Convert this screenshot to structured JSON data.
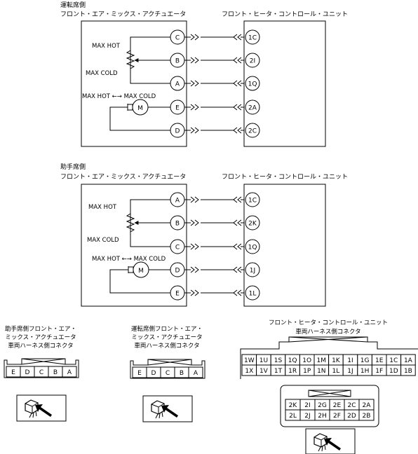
{
  "driver_section": {
    "title": "運転席側",
    "actuator_label": "フロント・エア・ミックス・アクチュエータ",
    "control_unit_label": "フロント・ヒータ・コントロール・ユニット",
    "max_hot": "MAX HOT",
    "max_cold": "MAX COLD",
    "motor_range": "MAX HOT ←→ MAX COLD",
    "motor": "M",
    "actuator_pins": [
      "C",
      "B",
      "A",
      "E",
      "D"
    ],
    "unit_pins": [
      "1C",
      "2I",
      "1Q",
      "2A",
      "2C"
    ]
  },
  "passenger_section": {
    "title": "助手席側",
    "actuator_label": "フロント・エア・ミックス・アクチュエータ",
    "control_unit_label": "フロント・ヒータ・コントロール・ユニット",
    "max_hot": "MAX HOT",
    "max_cold": "MAX COLD",
    "motor_range": "MAX HOT ←→ MAX COLD",
    "motor": "M",
    "actuator_pins": [
      "A",
      "B",
      "C",
      "D",
      "E"
    ],
    "unit_pins": [
      "1C",
      "2K",
      "1Q",
      "1J",
      "1L"
    ]
  },
  "connectors": {
    "passenger_actuator": {
      "title_lines": [
        "助手席側フロント・エア・",
        "ミックス・アクチュエータ",
        "車両ハーネス側コネクタ"
      ],
      "pins": [
        "E",
        "D",
        "C",
        "B",
        "A"
      ]
    },
    "driver_actuator": {
      "title_lines": [
        "運転席側フロント・エア・",
        "ミックス・アクチュエータ",
        "車両ハーネス側コネクタ"
      ],
      "pins": [
        "E",
        "D",
        "C",
        "B",
        "A"
      ]
    },
    "control_unit": {
      "title_lines": [
        "フロント・ヒータ・コントロール・ユニット",
        "車両ハーネス側コネクタ"
      ],
      "connector1_rows": [
        [
          "1W",
          "1U",
          "1S",
          "1Q",
          "1O",
          "1M",
          "1K",
          "1I",
          "1G",
          "1E",
          "1C",
          "1A"
        ],
        [
          "1X",
          "1V",
          "1T",
          "1R",
          "1P",
          "1N",
          "1L",
          "1J",
          "1H",
          "1F",
          "1D",
          "1B"
        ]
      ],
      "connector2_rows": [
        [
          "2K",
          "2I",
          "2G",
          "2E",
          "2C",
          "2A"
        ],
        [
          "2L",
          "2J",
          "2H",
          "2F",
          "2D",
          "2B"
        ]
      ]
    }
  }
}
